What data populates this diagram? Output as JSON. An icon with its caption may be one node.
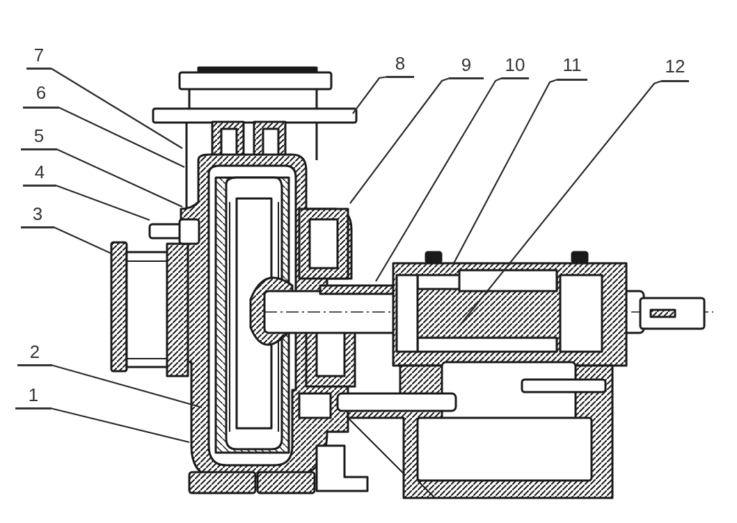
{
  "diagram": {
    "nodes": [
      {
        "text": [
          "7"
        ]
      },
      {
        "text": [
          "8"
        ]
      },
      {
        "text": [
          "9"
        ]
      },
      {
        "text": [
          "10"
        ]
      },
      {
        "text": [
          "11"
        ]
      },
      {
        "text": [
          "12"
        ]
      },
      {
        "text": [
          "6"
        ]
      },
      {
        "text": [
          "5"
        ]
      },
      {
        "text": [
          "4"
        ]
      },
      {
        "text": [
          "3"
        ]
      },
      {
        "text": [
          "2"
        ]
      },
      {
        "text": [
          "1"
        ]
      }
    ],
    "edges": [
      {
        "from": 0,
        "to": null,
        "arrow": "none"
      },
      {
        "from": 1,
        "to": null,
        "arrow": "none"
      },
      {
        "from": 2,
        "to": null,
        "arrow": "none"
      },
      {
        "from": 3,
        "to": null,
        "arrow": "none"
      },
      {
        "from": 4,
        "to": null,
        "arrow": "none"
      },
      {
        "from": 5,
        "to": null,
        "arrow": "none"
      },
      {
        "from": 6,
        "to": null,
        "arrow": "none"
      },
      {
        "from": 7,
        "to": null,
        "arrow": "none"
      },
      {
        "from": 8,
        "to": null,
        "arrow": "none"
      },
      {
        "from": 9,
        "to": null,
        "arrow": "none"
      },
      {
        "from": 10,
        "to": null,
        "arrow": "none"
      },
      {
        "from": 11,
        "to": null,
        "arrow": "none"
      }
    ]
  }
}
